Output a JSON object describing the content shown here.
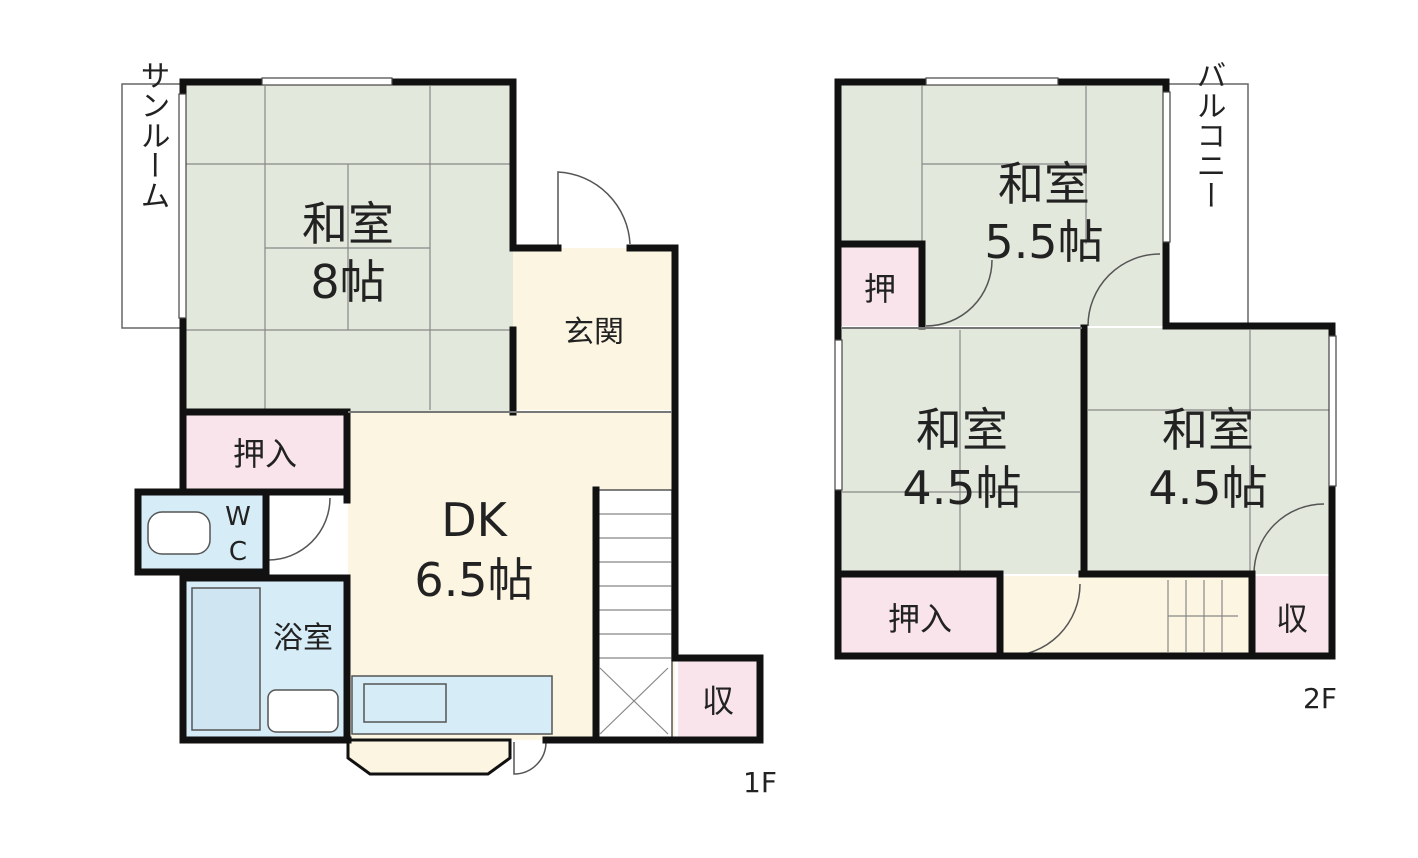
{
  "floor1": {
    "label": "1F",
    "washitsu": {
      "name": "和室",
      "size": "8帖"
    },
    "sunroom": "サンルーム",
    "genkan": "玄関",
    "oshiire": "押入",
    "wc": {
      "line1": "W",
      "line2": "C"
    },
    "bath": "浴室",
    "dk": {
      "name": "DK",
      "size": "6.5帖"
    },
    "storage": "収"
  },
  "floor2": {
    "label": "2F",
    "room_top": {
      "name": "和室",
      "size": "5.5帖"
    },
    "room_left": {
      "name": "和室",
      "size": "4.5帖"
    },
    "room_right": {
      "name": "和室",
      "size": "4.5帖"
    },
    "oshi": "押",
    "oshiire": "押入",
    "balcony": "バルコニー",
    "storage": "収"
  },
  "colors": {
    "tatami": "#e3e8dc",
    "wood": "#fcf5e2",
    "closet": "#f9e4ec",
    "water": "#d6ecf6",
    "wall": "#111111"
  }
}
